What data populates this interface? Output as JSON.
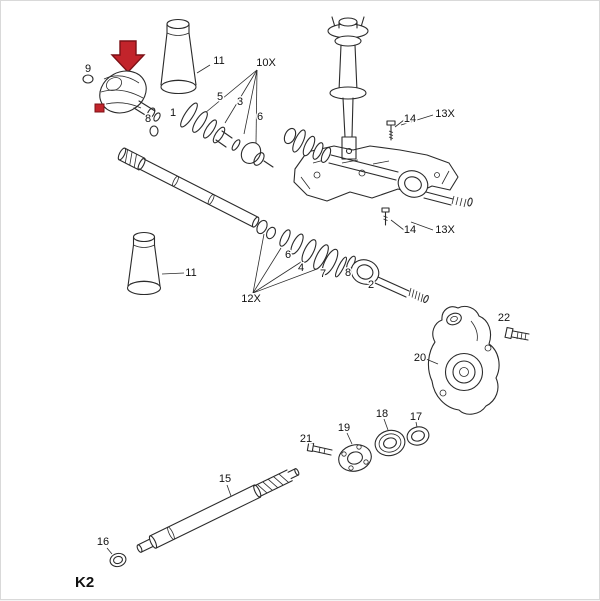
{
  "page": {
    "code": "K2"
  },
  "colors": {
    "line": "#2b2b2b",
    "highlight": "#c2242b",
    "highlight_outline": "#7c1016"
  },
  "labels": {
    "part9": "9",
    "part11_upper": "11",
    "qty10x": "10X",
    "part5": "5",
    "part3": "3",
    "part6_upper": "6",
    "part8_upper": "8",
    "part1": "1",
    "part14_upper": "14",
    "part13x_upper": "13X",
    "part14_lower": "14",
    "part13x_lower": "13X",
    "part11_lower": "11",
    "qty12x": "12X",
    "part6_mid": "6",
    "part4": "4",
    "part7": "7",
    "part8_mid": "8",
    "part2": "2",
    "part22": "22",
    "part20": "20",
    "part19": "19",
    "part18": "18",
    "part17": "17",
    "part21": "21",
    "part15": "15",
    "part16": "16"
  }
}
